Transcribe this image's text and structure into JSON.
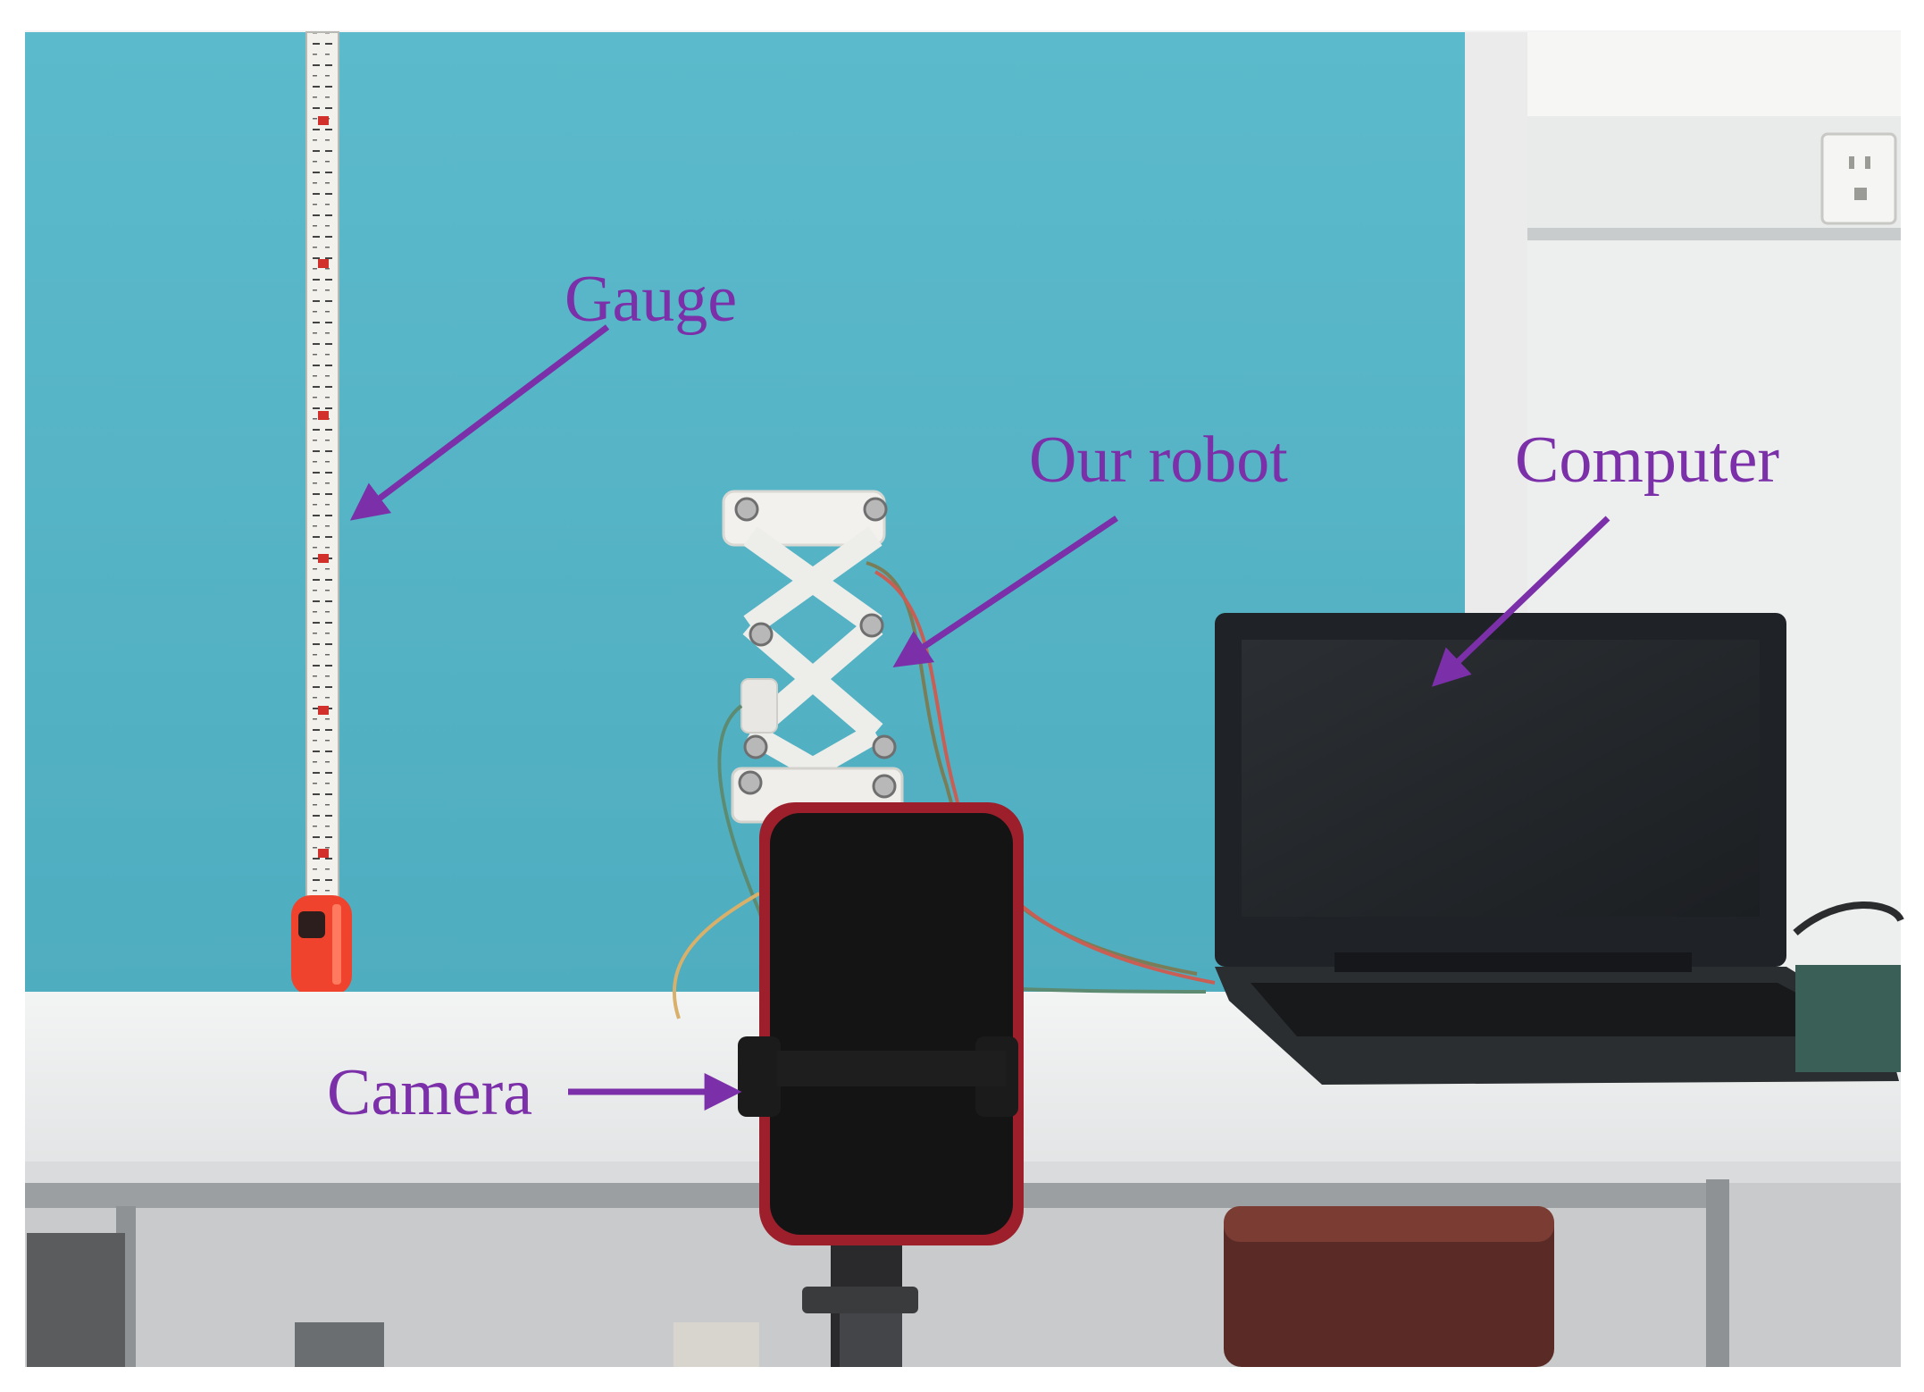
{
  "colors": {
    "annotation": "#7B2FA8",
    "wall": "#56B5C8",
    "table_top": "#ECEEEE",
    "laptop": "#23262A",
    "phone": "#151414",
    "phone_case": "#9C1F2B"
  },
  "annotations": [
    {
      "id": "gauge",
      "text": "Gauge"
    },
    {
      "id": "robot",
      "text": "Our robot"
    },
    {
      "id": "computer",
      "text": "Computer"
    },
    {
      "id": "camera",
      "text": "Camera"
    }
  ]
}
